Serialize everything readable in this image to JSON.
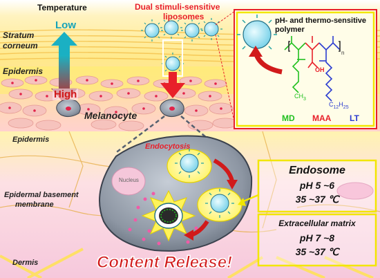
{
  "top": {
    "temperature_label": "Temperature",
    "low_label": "Low",
    "high_label": "High",
    "liposome_title_line1": "Dual stimuli-sensitive",
    "liposome_title_line2": "liposomes",
    "stratum_line1": "Stratum",
    "stratum_line2": "corneum",
    "epidermis": "Epidermis",
    "melanocyte": "Melanocyte"
  },
  "polymer": {
    "title": "pH- and thermo-sensitive polymer",
    "md": "MD",
    "maa": "MAA",
    "lt": "LT",
    "oh": "OH",
    "ch3": "CH",
    "ch3_sub": "3",
    "c12h25": "C",
    "c12h25_sub1": "12",
    "h_letter": "H",
    "c12h25_sub2": "25",
    "n_sub": "n"
  },
  "bottom": {
    "epidermis": "Epidermis",
    "basement_line1": "Epidermal basement",
    "basement_line2": "membrane",
    "dermis": "Dermis",
    "endocytosis": "Endocytosis",
    "nucleus": "Nucleus",
    "content_release": "Content Release!"
  },
  "endosome": {
    "title": "Endosome",
    "ph": "pH 5 ~6",
    "temp": "35 ~37 ℃"
  },
  "extracellular": {
    "title": "Extracellular matrix",
    "ph": "pH 7 ~8",
    "temp": "35 ~37 ℃"
  },
  "colors": {
    "red": "#e8202a",
    "yellow_frame": "#f2e600",
    "green": "#22c020",
    "blue": "#2a3bd0",
    "arrow_red": "#d11a1a",
    "teal": "#22a3a0"
  }
}
